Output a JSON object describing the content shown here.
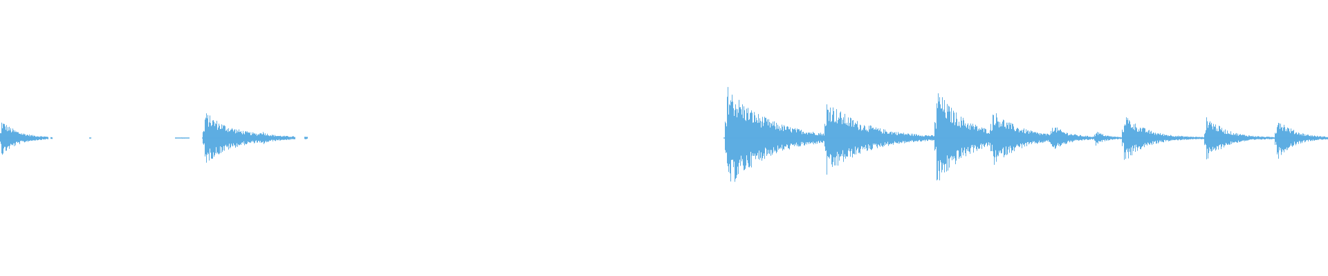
{
  "waveform": {
    "color": "#5dade2",
    "amplitude_range": [
      -1,
      1
    ],
    "duration_fraction": [
      0,
      1
    ],
    "clips": [
      {
        "start": 0.0,
        "end": 0.036
      },
      {
        "start": 0.038,
        "end": 0.039
      },
      {
        "start": 0.067,
        "end": 0.068
      },
      {
        "start": 0.132,
        "end": 0.142
      },
      {
        "start": 0.152,
        "end": 0.222
      },
      {
        "start": 0.229,
        "end": 0.231
      },
      {
        "start": 0.545,
        "end": 1.0
      }
    ],
    "transients": [
      {
        "position": 0.001,
        "peak": 0.22,
        "decay": 0.012
      },
      {
        "position": 0.154,
        "peak": 0.32,
        "decay": 0.022
      },
      {
        "position": 0.196,
        "peak": 0.05,
        "decay": 0.004
      },
      {
        "position": 0.547,
        "peak": 0.65,
        "decay": 0.03
      },
      {
        "position": 0.622,
        "peak": 0.42,
        "decay": 0.028
      },
      {
        "position": 0.705,
        "peak": 0.58,
        "decay": 0.022
      },
      {
        "position": 0.747,
        "peak": 0.26,
        "decay": 0.02
      },
      {
        "position": 0.792,
        "peak": 0.13,
        "decay": 0.01
      },
      {
        "position": 0.825,
        "peak": 0.08,
        "decay": 0.006
      },
      {
        "position": 0.846,
        "peak": 0.3,
        "decay": 0.016
      },
      {
        "position": 0.908,
        "peak": 0.28,
        "decay": 0.014
      },
      {
        "position": 0.961,
        "peak": 0.27,
        "decay": 0.012
      }
    ]
  }
}
